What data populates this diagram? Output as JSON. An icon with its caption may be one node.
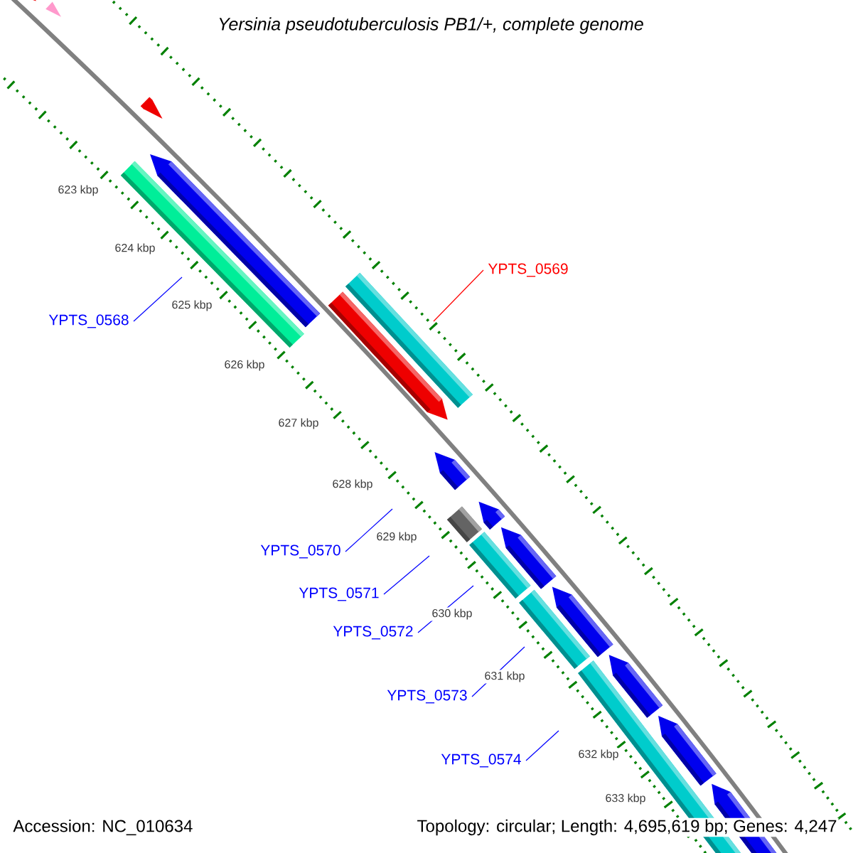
{
  "diagram": {
    "title": "Yersinia pseudotuberculosis PB1/+, complete genome",
    "nodes": [
      {
        "text": [
          "YPTS_0568"
        ]
      },
      {
        "text": [
          "YPTS_0569"
        ]
      },
      {
        "text": [
          "YPTS_0570"
        ]
      },
      {
        "text": [
          "YPTS_0571"
        ]
      },
      {
        "text": [
          "YPTS_0572"
        ]
      },
      {
        "text": [
          "YPTS_0573"
        ]
      },
      {
        "text": [
          "YPTS_0574"
        ]
      }
    ],
    "edges": [
      {
        "from": 0,
        "to": null,
        "arrow": "none"
      },
      {
        "from": 1,
        "to": null,
        "arrow": "none",
        "color": "#ff0000"
      },
      {
        "from": 2,
        "to": null,
        "arrow": "none"
      },
      {
        "from": 3,
        "to": null,
        "arrow": "none"
      },
      {
        "from": 4,
        "to": null,
        "arrow": "none"
      },
      {
        "from": 5,
        "to": null,
        "arrow": "none"
      },
      {
        "from": 6,
        "to": null,
        "arrow": "none"
      }
    ],
    "labels": [
      "623 kbp",
      "624 kbp",
      "625 kbp",
      "626 kbp",
      "627 kbp",
      "628 kbp",
      "629 kbp",
      "630 kbp",
      "631 kbp",
      "632 kbp",
      "633 kbp",
      "Accession: NC_010634",
      "Topology: circular; Length: 4,695,619 bp; Genes: 4,247"
    ]
  }
}
